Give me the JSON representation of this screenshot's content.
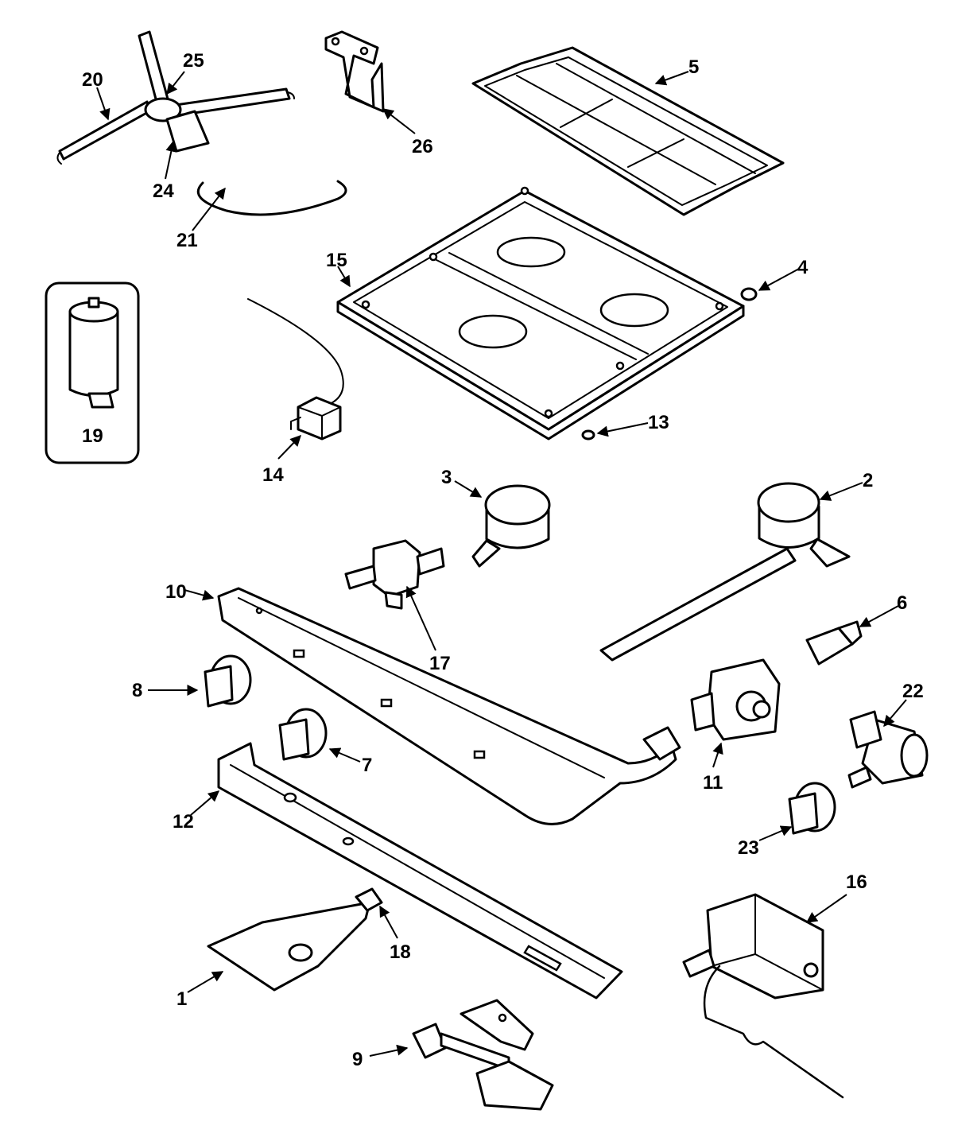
{
  "callouts": [
    {
      "id": "1",
      "label": "1"
    },
    {
      "id": "2",
      "label": "2"
    },
    {
      "id": "3",
      "label": "3"
    },
    {
      "id": "4",
      "label": "4"
    },
    {
      "id": "5",
      "label": "5"
    },
    {
      "id": "6",
      "label": "6"
    },
    {
      "id": "7",
      "label": "7"
    },
    {
      "id": "8",
      "label": "8"
    },
    {
      "id": "9",
      "label": "9"
    },
    {
      "id": "10",
      "label": "10"
    },
    {
      "id": "11",
      "label": "11"
    },
    {
      "id": "12",
      "label": "12"
    },
    {
      "id": "13",
      "label": "13"
    },
    {
      "id": "14",
      "label": "14"
    },
    {
      "id": "15",
      "label": "15"
    },
    {
      "id": "16",
      "label": "16"
    },
    {
      "id": "17",
      "label": "17"
    },
    {
      "id": "18",
      "label": "18"
    },
    {
      "id": "19",
      "label": "19"
    },
    {
      "id": "20",
      "label": "20"
    },
    {
      "id": "21",
      "label": "21"
    },
    {
      "id": "22",
      "label": "22"
    },
    {
      "id": "23",
      "label": "23"
    },
    {
      "id": "24",
      "label": "24"
    },
    {
      "id": "25",
      "label": "25"
    },
    {
      "id": "26",
      "label": "26"
    }
  ]
}
